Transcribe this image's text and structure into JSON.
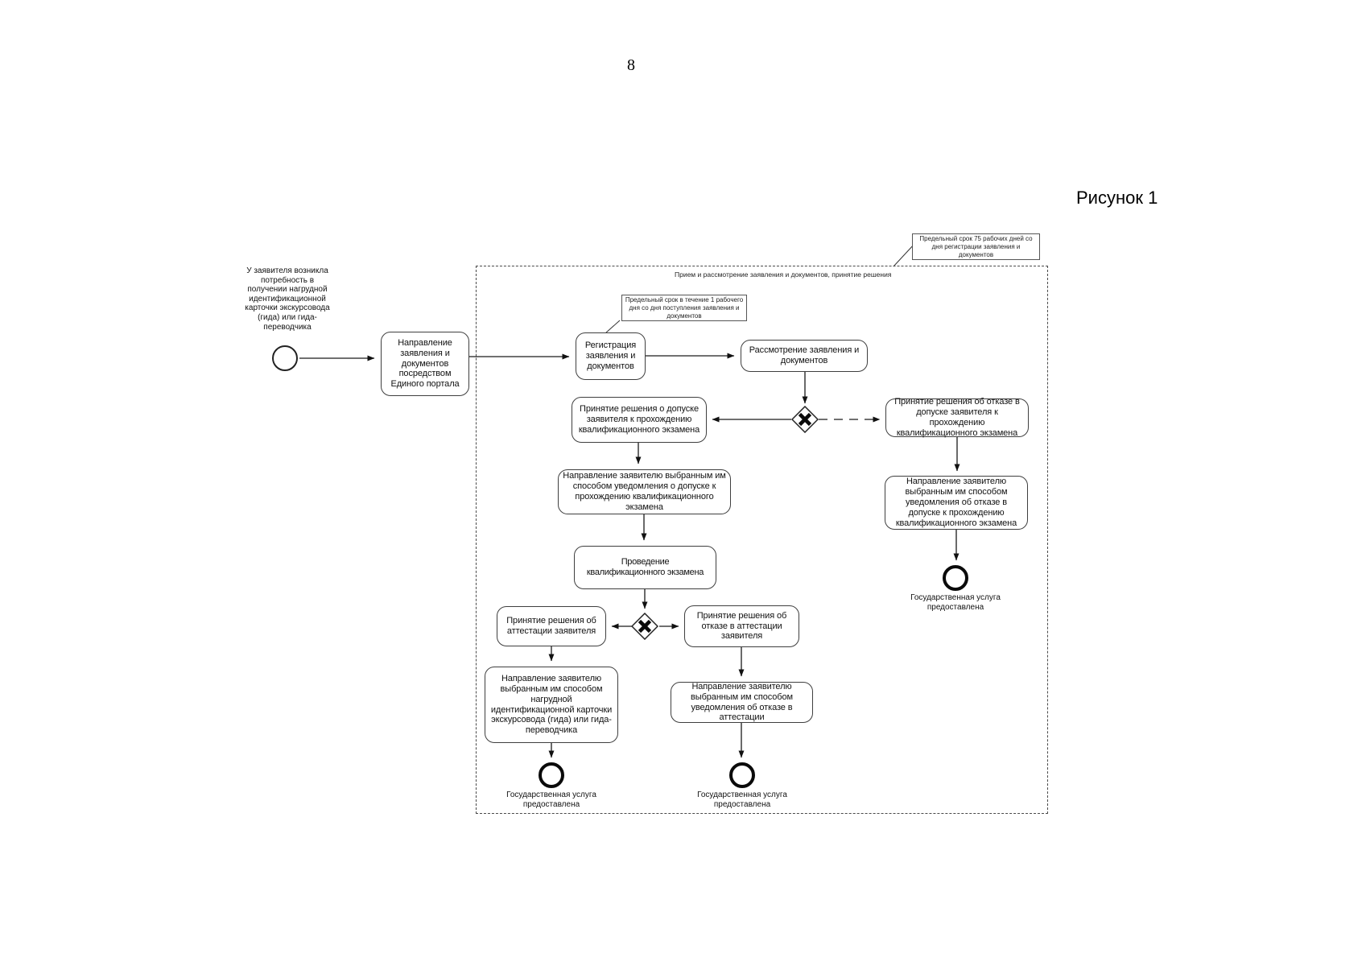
{
  "page": {
    "number": "8",
    "figure_label": "Рисунок 1"
  },
  "diagram": {
    "pool_label": "Прием и рассмотрение заявления и документов, принятие решения",
    "annotations": {
      "total_term": "Предельный срок 75 рабочих дней со дня регистрации заявления и документов",
      "registration_term": "Предельный срок в течение 1 рабочего дня со дня поступления заявления и документов"
    },
    "start_event_label": "У заявителя возникла потребность в получении нагрудной идентификационной карточки экскурсовода (гида) или гида-переводчика",
    "tasks": {
      "send_application": "Направление заявления и документов посредством Единого портала",
      "registration": "Регистрация заявления и документов",
      "review": "Рассмотрение заявления и документов",
      "decision_admit": "Принятие решения о допуске заявителя к прохождению квалификационного экзамена",
      "decision_refuse_admission": "Принятие решения об отказе в допуске заявителя к прохождению квалификационного экзамена",
      "notify_admission": "Направление заявителю выбранным им способом уведомления о допуске к прохождению квалификационного экзамена",
      "exam": "Проведение квалификационного экзамена",
      "decision_attest": "Принятие решения об аттестации заявителя",
      "decision_refuse_attest": "Принятие решения об отказе в аттестации заявителя",
      "send_card": "Направление заявителю выбранным им способом нагрудной идентификационной карточки экскурсовода (гида) или гида-переводчика",
      "notify_refuse_attest": "Направление заявителю выбранным им способом уведомления об отказе в аттестации",
      "notify_refuse_admission": "Направление заявителю выбранным им способом уведомления об отказе в допуске к прохождению квалификационного экзамена"
    },
    "end_event_label": "Государственная услуга предоставлена",
    "colors": {
      "ink": "#111111",
      "border": "#3f3f3f"
    }
  }
}
